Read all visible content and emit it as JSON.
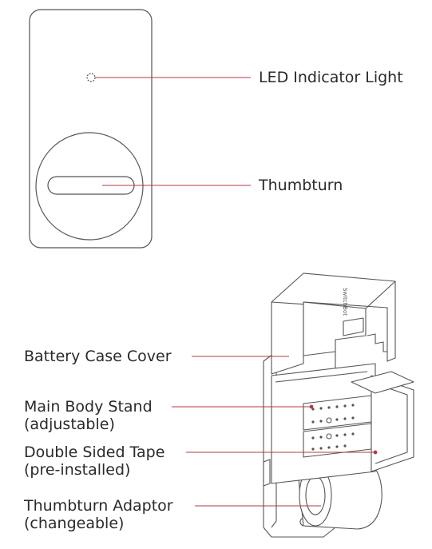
{
  "colors": {
    "leader": "#b53a44",
    "outline": "#555555",
    "label": "#2a2a2a"
  },
  "device_top": {
    "labels": {
      "led": "LED Indicator Light",
      "thumbturn": "Thumbturn"
    }
  },
  "device_bottom": {
    "brand_text": "SwitchBot",
    "labels": {
      "battery_cover": "Battery Case Cover",
      "stand_line1": "Main Body Stand",
      "stand_line2": "(adjustable)",
      "tape_line1": "Double Sided Tape",
      "tape_line2": "(pre-installed)",
      "adaptor_line1": "Thumbturn Adaptor",
      "adaptor_line2": "(changeable)"
    }
  }
}
